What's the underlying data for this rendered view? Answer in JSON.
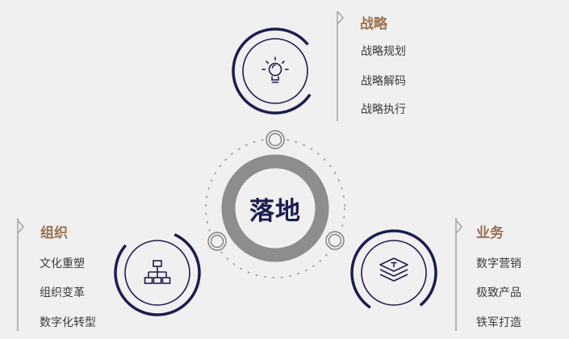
{
  "center": {
    "label": "落地"
  },
  "groups": [
    {
      "id": "strategy",
      "title": "战略",
      "items": [
        "战略规划",
        "战略解码",
        "战略执行"
      ],
      "icon": "lightbulb-icon"
    },
    {
      "id": "organization",
      "title": "组织",
      "items": [
        "文化重塑",
        "组织变革",
        "数字化转型"
      ],
      "icon": "org-chart-icon"
    },
    {
      "id": "business",
      "title": "业务",
      "items": [
        "数字营销",
        "极致产品",
        "铁军打造"
      ],
      "icon": "layers-icon"
    }
  ],
  "colors": {
    "background": "#f0f0f0",
    "navy": "#1b1d4f",
    "gray_ring": "#8d8d90",
    "title_brown": "#9a7150",
    "text": "#3b3b3b",
    "bracket": "#a3a3a3"
  }
}
